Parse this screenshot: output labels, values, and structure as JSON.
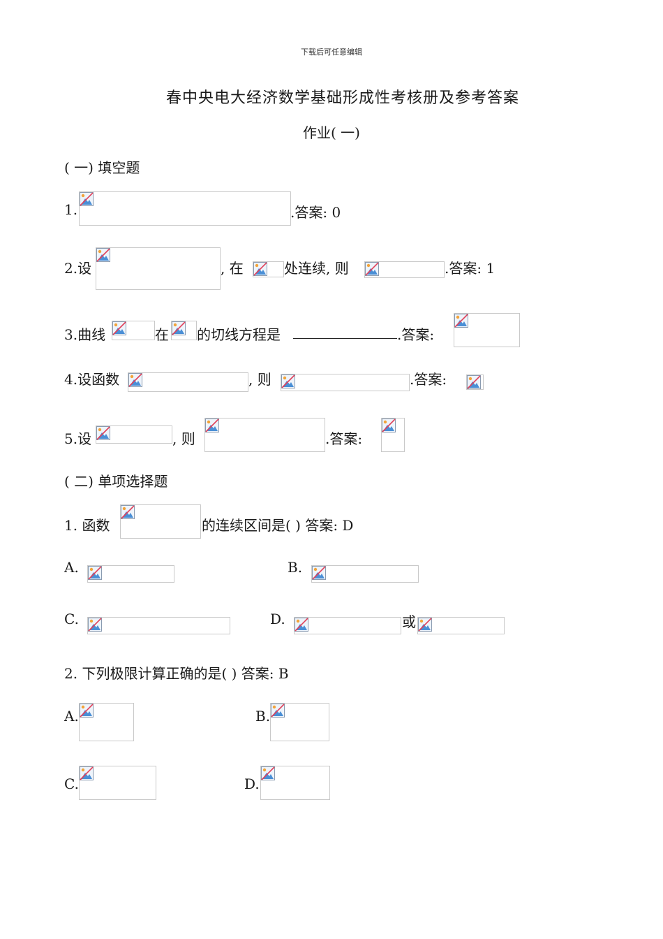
{
  "header_note": "下载后可任意编辑",
  "title": "春中央电大经济数学基础形成性考核册及参考答案",
  "subtitle": "作业( 一)",
  "section1": {
    "heading": "( 一) 填空题",
    "q1": {
      "num": "1.",
      "suffix": ".答案: 0"
    },
    "q2": {
      "prefix": "2.设",
      "mid1": ", 在",
      "mid2": "处连续, 则",
      "suffix": ".答案: 1"
    },
    "q3": {
      "prefix": "3.曲线",
      "mid1": "在",
      "mid2": "的切线方程是",
      "suffix": ".答案:"
    },
    "q4": {
      "prefix": "4.设函数",
      "mid1": ", 则",
      "suffix": ".答案:"
    },
    "q5": {
      "prefix": "5.设",
      "mid1": ", 则",
      "suffix": ".答案:"
    }
  },
  "section2": {
    "heading": "( 二) 单项选择题",
    "q1": {
      "prefix": "1.  函数",
      "suffix": "的连续区间是(          ) 答案: D",
      "options": {
        "a": "A.",
        "b": "B.",
        "c": "C.",
        "d": "D.",
        "or": "或"
      }
    },
    "q2": {
      "text": "2.  下列极限计算正确的是(        ) 答案: B",
      "options": {
        "a": "A.",
        "b": "B.",
        "c": "C.",
        "d": "D."
      }
    }
  },
  "icons": {
    "broken_image": "broken-image-icon"
  }
}
